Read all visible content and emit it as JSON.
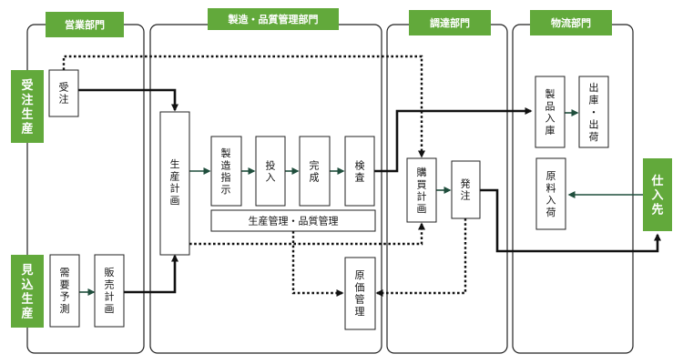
{
  "departments": {
    "sales": "営業部門",
    "manufacturing": "製造・品質管理部門",
    "procurement": "調達部門",
    "logistics": "物流部門"
  },
  "side_labels": {
    "order_production": "受注生産",
    "forecast_production": "見込生産",
    "supplier": "仕入先"
  },
  "boxes": {
    "order": "受注",
    "demand_forecast": "需要予測",
    "sales_plan": "販売計画",
    "production_plan": "生産計画",
    "manufacturing_instruction": "製造指示",
    "input": "投入",
    "completion": "完成",
    "inspection": "検査",
    "production_quality": "生産管理・品質管理",
    "cost_management": "原価管理",
    "purchase_plan": "購買計画",
    "purchase_order": "発注",
    "product_receipt": "製品入庫",
    "shipping": "出庫・出荷",
    "material_receipt": "原料入荷"
  },
  "colors": {
    "accent": "#62a93b",
    "arrow_green": "#1f4e3c"
  }
}
